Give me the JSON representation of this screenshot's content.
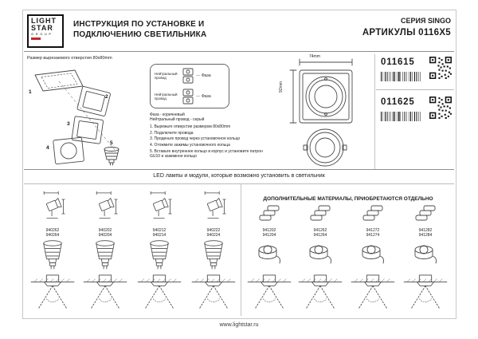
{
  "header": {
    "logo": {
      "light": "LIGHT",
      "star": "STAR",
      "group": "GROUP"
    },
    "title_line1": "ИНСТРУКЦИЯ ПО УСТАНОВКЕ И",
    "title_line2": "ПОДКЛЮЧЕНИЮ СВЕТИЛЬНИКА",
    "series": "СЕРИЯ SINGO",
    "articles_label": "АРТИКУЛЫ 0116X5"
  },
  "install": {
    "cutout_note": "Размер вырезаемого отверстия 80х80mm",
    "part_labels": [
      "1",
      "2",
      "3",
      "4",
      "5"
    ],
    "wiring": {
      "neutral": "Нейтральный провод",
      "phase": "Фаза"
    },
    "legend": [
      "Фаза - коричневый",
      "Нейтральный провод - серый"
    ],
    "steps": [
      "1.  Вырежьте отверстие размером 80х80mm",
      "2.  Подключите провода",
      "3.  Проденьте провод через установочное кольцо",
      "4.  Отожмите зажимы установочного кольца",
      "5.  Вставьте внутреннее кольцо в корпус и установите патрон GU10 и зажимное кольцо"
    ],
    "dims": {
      "width": "74mm",
      "height": "92mm"
    }
  },
  "articles": [
    {
      "code": "011615"
    },
    {
      "code": "011625"
    }
  ],
  "lamps": {
    "section_title": "LED лампы и модули, которые возможно установить в светильник",
    "additional_title": "ДОПОЛНИТЕЛЬНЫЕ МАТЕРИАЛЫ, ПРИОБРЕТАЮТСЯ ОТДЕЛЬНО",
    "columns": [
      {
        "codes": [
          "940262",
          "940264"
        ]
      },
      {
        "codes": [
          "940202",
          "940204"
        ]
      },
      {
        "codes": [
          "940212",
          "940214"
        ]
      },
      {
        "codes": [
          "940222",
          "940224"
        ]
      },
      {
        "codes": [
          "941202",
          "941204"
        ]
      },
      {
        "codes": [
          "941262",
          "941264"
        ]
      },
      {
        "codes": [
          "941272",
          "941274"
        ]
      },
      {
        "codes": [
          "941282",
          "941284"
        ]
      }
    ]
  },
  "footer": {
    "url": "www.lightstar.ru"
  }
}
